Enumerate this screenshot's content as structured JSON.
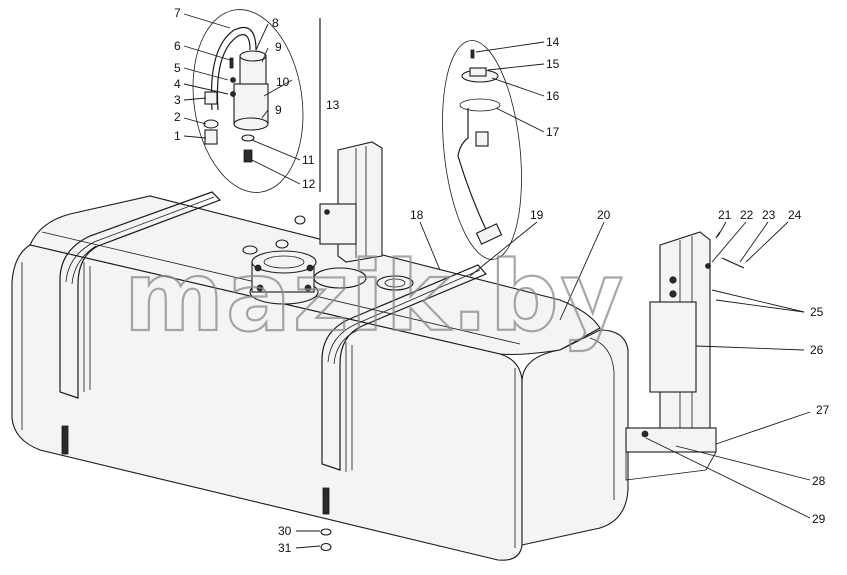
{
  "watermark": "mazik.by",
  "callouts": [
    {
      "id": "1",
      "label": "1"
    },
    {
      "id": "2",
      "label": "2"
    },
    {
      "id": "3",
      "label": "3"
    },
    {
      "id": "4",
      "label": "4"
    },
    {
      "id": "5",
      "label": "5"
    },
    {
      "id": "6",
      "label": "6"
    },
    {
      "id": "7",
      "label": "7"
    },
    {
      "id": "8",
      "label": "8"
    },
    {
      "id": "9a",
      "label": "9"
    },
    {
      "id": "9b",
      "label": "9"
    },
    {
      "id": "10",
      "label": "10"
    },
    {
      "id": "11",
      "label": "11"
    },
    {
      "id": "12",
      "label": "12"
    },
    {
      "id": "13",
      "label": "13"
    },
    {
      "id": "14",
      "label": "14"
    },
    {
      "id": "15",
      "label": "15"
    },
    {
      "id": "16",
      "label": "16"
    },
    {
      "id": "17",
      "label": "17"
    },
    {
      "id": "18",
      "label": "18"
    },
    {
      "id": "19",
      "label": "19"
    },
    {
      "id": "20",
      "label": "20"
    },
    {
      "id": "21",
      "label": "21"
    },
    {
      "id": "22",
      "label": "22"
    },
    {
      "id": "23",
      "label": "23"
    },
    {
      "id": "24",
      "label": "24"
    },
    {
      "id": "25",
      "label": "25"
    },
    {
      "id": "26",
      "label": "26"
    },
    {
      "id": "27",
      "label": "27"
    },
    {
      "id": "28",
      "label": "28"
    },
    {
      "id": "29",
      "label": "29"
    },
    {
      "id": "30",
      "label": "30"
    },
    {
      "id": "31",
      "label": "31"
    }
  ]
}
